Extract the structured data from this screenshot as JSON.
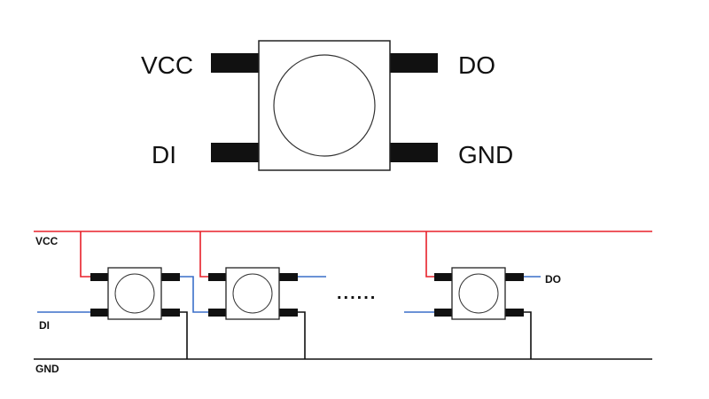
{
  "pinout": {
    "vcc": "VCC",
    "do": "DO",
    "di": "DI",
    "gnd": "GND"
  },
  "chain": {
    "vcc": "VCC",
    "di": "DI",
    "gnd": "GND",
    "do": "DO",
    "ellipsis": "......"
  },
  "colors": {
    "vcc_wire": "#e8202a",
    "data_wire": "#3a6fc9",
    "gnd_wire": "#111111",
    "pin": "#111111"
  }
}
